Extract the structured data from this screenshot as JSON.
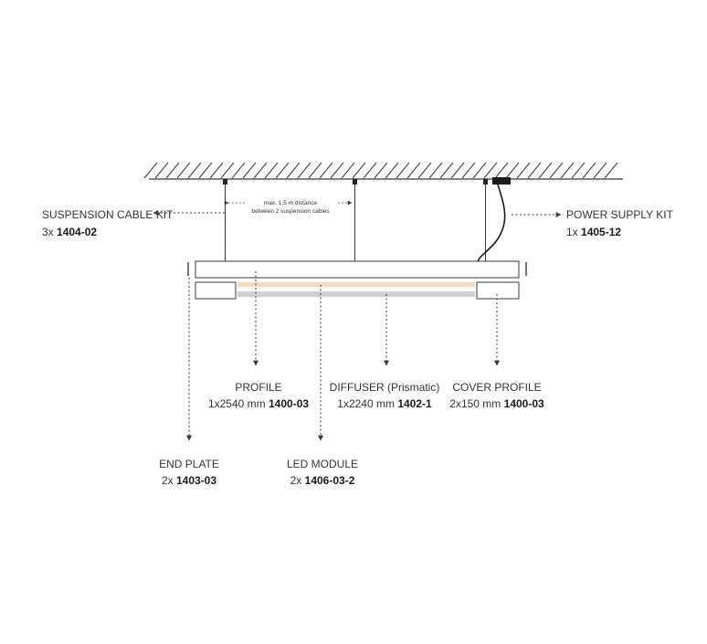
{
  "suspension_note": {
    "line1": "max. 1,5 m distance",
    "line2": "between 2 suspension cables"
  },
  "components": {
    "suspension_cable_kit": {
      "name": "SUSPENSION CABLE KIT",
      "qty": "3x",
      "code": "1404-02"
    },
    "power_supply_kit": {
      "name": "POWER SUPPLY KIT",
      "qty": "1x",
      "code": "1405-12"
    },
    "profile": {
      "name": "PROFILE",
      "qty": "1x2540 mm",
      "code": "1400-03"
    },
    "diffuser": {
      "name": "DIFFUSER (Prismatic)",
      "qty": "1x2240 mm",
      "code": "1402-1"
    },
    "cover_profile": {
      "name": "COVER PROFILE",
      "qty": "2x150 mm",
      "code": "1400-03"
    },
    "end_plate": {
      "name": "END PLATE",
      "qty": "2x",
      "code": "1403-03"
    },
    "led_module": {
      "name": "LED MODULE",
      "qty": "2x",
      "code": "1406-03-2"
    }
  },
  "colors": {
    "line": "#3a3a3a",
    "led_glow": "#f3dcc0",
    "diffuser": "#cfcfcf"
  }
}
